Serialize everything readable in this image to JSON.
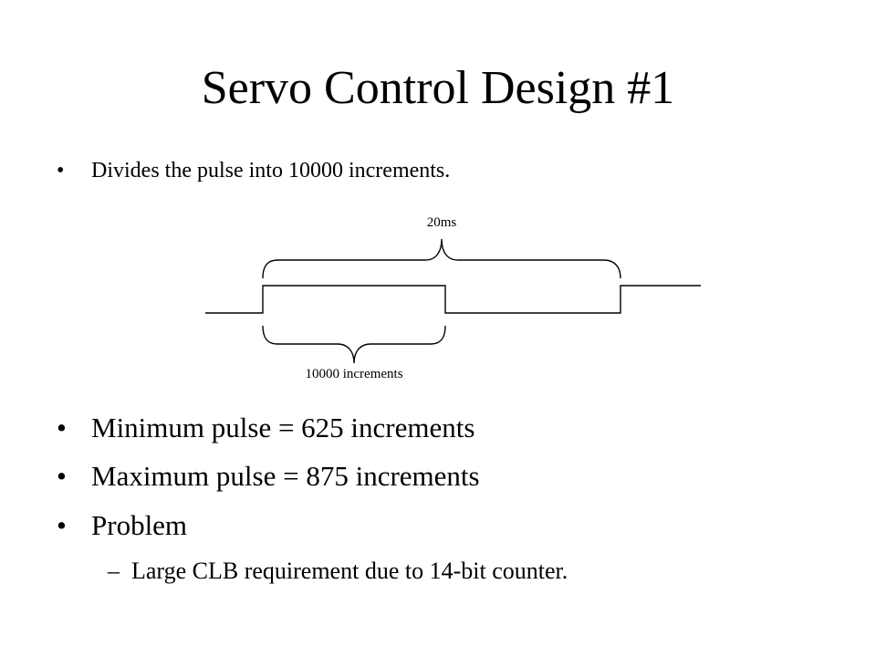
{
  "slide": {
    "title": "Servo Control Design #1",
    "bullet_glyph": "•",
    "dash_glyph": "–",
    "bullets_top": [
      {
        "text": "Divides the pulse into 10000 increments."
      }
    ],
    "diagram": {
      "label_top": "20ms",
      "label_bottom": "10000 increments"
    },
    "bullets_bottom": [
      {
        "text": "Minimum pulse = 625 increments"
      },
      {
        "text": "Maximum pulse = 875 increments"
      },
      {
        "text": "Problem"
      }
    ],
    "sub_bullets": [
      {
        "text": "Large CLB requirement due to 14-bit counter."
      }
    ]
  }
}
